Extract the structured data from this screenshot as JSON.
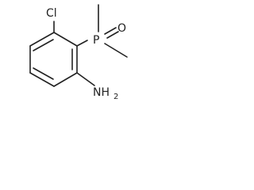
{
  "molecule": {
    "atoms": {
      "chlorine": "Cl",
      "phosphorus": "P",
      "oxygen": "O",
      "amine": "NH",
      "amine_subscript": "2"
    }
  }
}
